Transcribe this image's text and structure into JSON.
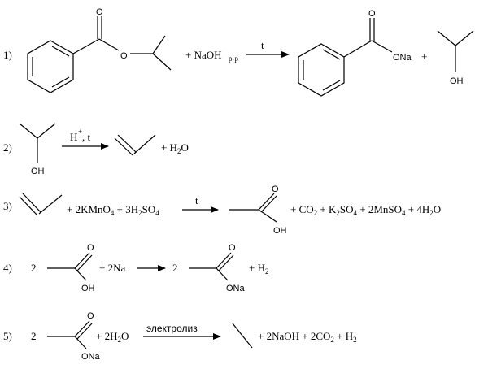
{
  "reactions": [
    {
      "number": "1)",
      "plus1": "+ NaOH",
      "sub1": "р-р",
      "arrow_label": "t",
      "ester_O": "O",
      "ester_carbonyl_O": "O",
      "product_carbonyl_O": "O",
      "product_ONa": "ONa",
      "plus2": "+",
      "alcohol_OH": "OH"
    },
    {
      "number": "2)",
      "alcohol_OH": "OH",
      "arrow_label_H": "H",
      "arrow_label_plus": "+",
      "arrow_label_t": ", t",
      "plus_water": "+ H",
      "water_sub": "2",
      "water_O": "O"
    },
    {
      "number": "3)",
      "reagents_a": "+ 2KMnO",
      "reagents_a_sub": "4",
      "reagents_b": " + 3H",
      "reagents_b_sub": "2",
      "reagents_c": "SO",
      "reagents_c_sub": "4",
      "arrow_label": "t",
      "acid_O": "O",
      "acid_OH": "OH",
      "products_a": "+ CO",
      "products_a_sub": "2",
      "products_b": " + K",
      "products_b_sub": "2",
      "products_c": "SO",
      "products_c_sub": "4",
      "products_d": " + 2MnSO",
      "products_d_sub": "4",
      "products_e": " + 4H",
      "products_e_sub": "2",
      "products_f": "O"
    },
    {
      "number": "4)",
      "coef1": "2",
      "acid_O": "O",
      "acid_OH": "OH",
      "plus_na": "+ 2Na",
      "coef2": "2",
      "salt_O": "O",
      "salt_ONa": "ONa",
      "plus_h2": "+ H",
      "h2_sub": "2"
    },
    {
      "number": "5)",
      "coef1": "2",
      "salt_O": "O",
      "salt_ONa": "ONa",
      "plus_water": "+ 2H",
      "water_sub": "2",
      "water_O": "O",
      "arrow_label": "электролиз",
      "products_a": "+ 2NaOH + 2CO",
      "products_a_sub": "2",
      "products_b": " + H",
      "products_b_sub": "2"
    }
  ]
}
